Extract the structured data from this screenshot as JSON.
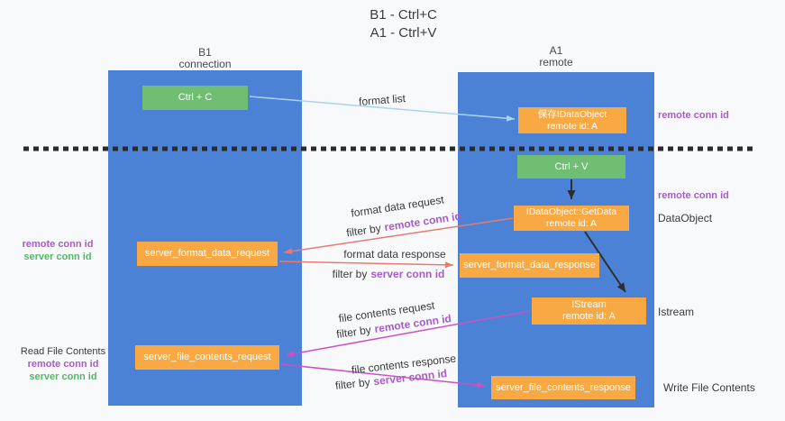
{
  "title": {
    "line1": "B1 - Ctrl+C",
    "line2": "A1 - Ctrl+V"
  },
  "lanes": {
    "left": {
      "name": "B1",
      "role": "connection"
    },
    "right": {
      "name": "A1",
      "role": "remote"
    }
  },
  "boxes": {
    "ctrl_c": "Ctrl + C",
    "ctrl_v": "Ctrl + V",
    "save_dataobject": {
      "line1": "保存IDataObject",
      "line2": "remote id: A"
    },
    "getdata": {
      "line1": "IDataObject::GetData",
      "line2": "remote id: A"
    },
    "istream": {
      "line1": "IStream",
      "line2": "remote id: A"
    },
    "server_format_data_request": "server_format_data_request",
    "server_format_data_response": "server_format_data_response",
    "server_file_contents_request": "server_file_contents_request",
    "server_file_contents_response": "server_file_contents_response"
  },
  "edge_labels": {
    "format_list": "format list",
    "format_data_request": "format data request",
    "format_data_response": "format data response",
    "file_contents_request": "file contents request",
    "file_contents_response": "file contents response",
    "filter_by": "filter by",
    "remote_conn_id": "remote conn id",
    "server_conn_id": "server conn id"
  },
  "annotations": {
    "left_format_remote": "remote conn id",
    "left_format_server": "server conn id",
    "read_file_contents": "Read File Contents",
    "left_file_remote": "remote conn id",
    "left_file_server": "server conn id",
    "right_clipboard_remote": "remote conn id",
    "right_getdata_remote": "remote conn id",
    "dataobject": "DataObject",
    "istream": "Istream",
    "write_file_contents": "Write File Contents"
  },
  "colors": {
    "lane_blue": "#4b82d6",
    "box_green": "#6fbe71",
    "box_orange": "#f8a944",
    "arrow_light_blue": "#a9d4f3",
    "arrow_red": "#e87a72",
    "arrow_magenta": "#cb51c4",
    "arrow_black": "#2e2e2e",
    "divider_black": "#2b2b2b",
    "label_purple": "#a85cc8",
    "label_green": "#53b865"
  }
}
